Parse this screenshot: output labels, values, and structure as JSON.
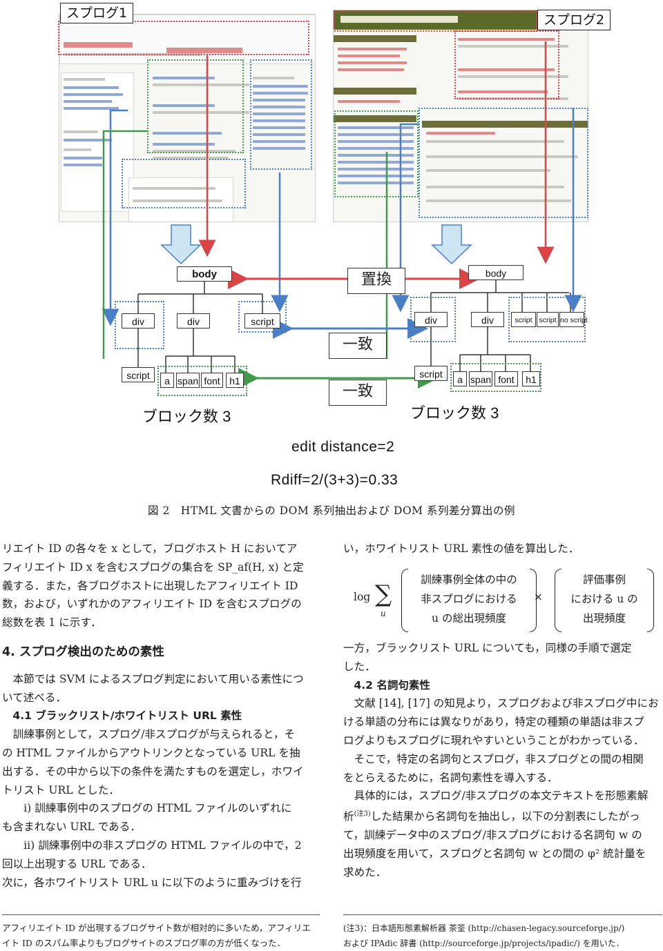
{
  "figure": {
    "spam1_label": "スプログ1",
    "spam2_label": "スプログ2",
    "replace_label": "置換",
    "match_label_1": "一致",
    "match_label_2": "一致",
    "left_tree": {
      "root": "body",
      "level1": [
        "div",
        "div",
        "script"
      ],
      "level2": [
        "script",
        "a",
        "span",
        "font",
        "h1"
      ],
      "block_count": "ブロック数 3"
    },
    "right_tree": {
      "root": "body",
      "level1": [
        "div",
        "div",
        "script",
        "script",
        "no script"
      ],
      "level2": [
        "script",
        "a",
        "span",
        "font",
        "h1"
      ],
      "block_count": "ブロック数 3"
    },
    "edit_distance": "edit distance=2",
    "rdiff": "Rdiff=2/(3+3)=0.33",
    "caption": "図 2　HTML 文書からの DOM 系列抽出および DOM 系列差分算出の例",
    "colors": {
      "blue": "#4a7fc8",
      "red": "#d94444",
      "green": "#3f9a4a"
    }
  },
  "left_column": {
    "intro_lines": [
      "リエイト ID の各々を x として，ブログホスト H においてア",
      "フィリエイト ID x を含むスプログの集合を SP_af(H, x) と定",
      "義する．また，各ブログホストに出現したアフィリエイト ID",
      "数，および，いずれかのアフィリエイト ID を含むスプログの",
      "総数を表 1 に示す．"
    ],
    "section4_title": "4.  スプログ検出のための素性",
    "section4_lines": [
      "本節では SVM によるスプログ判定において用いる素性につ",
      "いて述べる．"
    ],
    "sub41_title": "4.1  ブラックリスト/ホワイトリスト URL 素性",
    "sub41_lines": [
      "訓練事例として，スプログ/非スプログが与えられると，そ",
      "の HTML ファイルからアウトリンクとなっている URL を抽",
      "出する．その中から以下の条件を満たすものを選定し，ホワイ",
      "トリスト URL とした．",
      "i)  訓練事例中のスプログの HTML ファイルのいずれに",
      "も含まれない URL である．",
      "ii)  訓練事例中の非スプログの HTML ファイルの中で，2",
      "回以上出現する URL である．",
      "次に，各ホワイトリスト URL u に以下のように重みづけを行"
    ],
    "footnote": [
      "アフィリエイト ID が出現するブログサイト数が相対的に多いため，アフィリエ",
      "イト ID のスパム率よりもブログサイトのスプログ率の方が低くなった．"
    ]
  },
  "right_column": {
    "first_line": "い，ホワイトリスト URL 素性の値を算出した．",
    "formula": {
      "log": "log",
      "sum_sub": "u",
      "left_lines": [
        "訓練事例全体の中の",
        "非スプログにおける",
        "u の総出現頻度"
      ],
      "times": "×",
      "right_lines": [
        "評価事例",
        "における u の",
        "出現頻度"
      ]
    },
    "after_lines": [
      "一方，ブラックリスト URL についても，同様の手順で選定",
      "した．"
    ],
    "sub42_title": "4.2  名詞句素性",
    "sub42_lines": [
      "文献 [14], [17] の知見より，スプログおよび非スプログ中にお",
      "ける単語の分布には異なりがあり，特定の種類の単語は非スプ",
      "ログよりもスプログに現れやすいということがわかっている．",
      "そこで，特定の名詞句とスプログ，非スプログとの間の相関",
      "をとらえるために，名詞句素性を導入する．",
      "具体的には，スプログ/非スプログの本文テキストを形態素解",
      "析",
      "した結果から名詞句を抽出し，以下の分割表にしたがっ",
      "て，訓練データ中のスプログ/非スプログにおける名詞句 w の",
      "出現頻度を用いて，スプログと名詞句 w との間の φ² 統計量を",
      "求めた．"
    ],
    "note_marker": "(注3)",
    "footnote": [
      "(注3)：日本語形態素解析器 茶筌 (http://chasen-legacy.sourceforge.jp/)",
      "および IPAdic 辞書 (http://sourceforge.jp/projects/ipadic/) を用いた．"
    ]
  }
}
